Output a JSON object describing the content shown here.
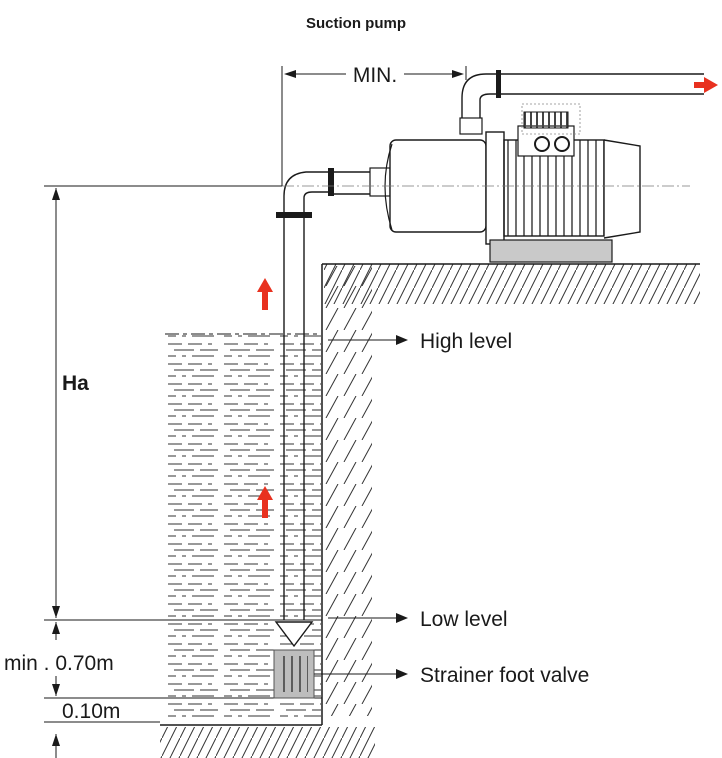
{
  "title": "Suction pump",
  "labels": {
    "min_distance": "MIN.",
    "height": "Ha",
    "high_level": "High level",
    "low_level": "Low level",
    "strainer": "Strainer foot valve",
    "min_depth": "min . 0.70m",
    "bottom_gap": "0.10m"
  },
  "colors": {
    "flow_arrow": "#e8311f",
    "line": "#1a1a1a",
    "pump_base": "#c9c9c9",
    "strainer": "#bdbdbd"
  },
  "icons": {
    "flow": "arrow-icon"
  }
}
